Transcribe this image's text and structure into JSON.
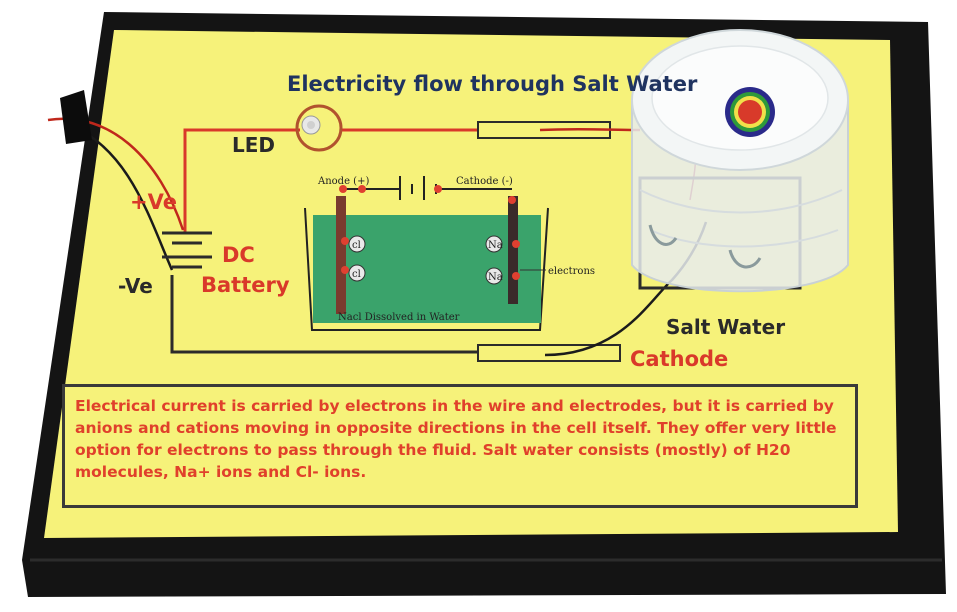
{
  "board": {
    "title": "Electricity flow through Salt Water",
    "led_label": "LED",
    "positive_label": "+Ve",
    "negative_label": "-Ve",
    "battery_label_line1": "DC",
    "battery_label_line2": "Battery",
    "salt_water_label": "Salt Water",
    "cathode_label": "Cathode"
  },
  "diagram": {
    "anode_label": "Anode (+)",
    "cathode_label": "Cathode (-)",
    "electrons_label": "electrons",
    "tank_caption": "Nacl Dissolved in Water",
    "ion_labels": [
      "cl",
      "cl",
      "Na",
      "Na"
    ]
  },
  "note": {
    "text": "Electrical current is carried by electrons in the wire and electrodes, but it is carried by anions and cations moving in opposite directions in the cell itself. They offer very little option for electrons to pass through the fluid. Salt water consists (mostly) of H20 molecules, Na+ ions and Cl- ions."
  },
  "colors": {
    "board_black": "#141414",
    "paper_yellow": "#f6f27a",
    "wire_red": "#d9392a",
    "wire_dark": "#2b2b2b",
    "tank_green": "#3aa36b"
  }
}
